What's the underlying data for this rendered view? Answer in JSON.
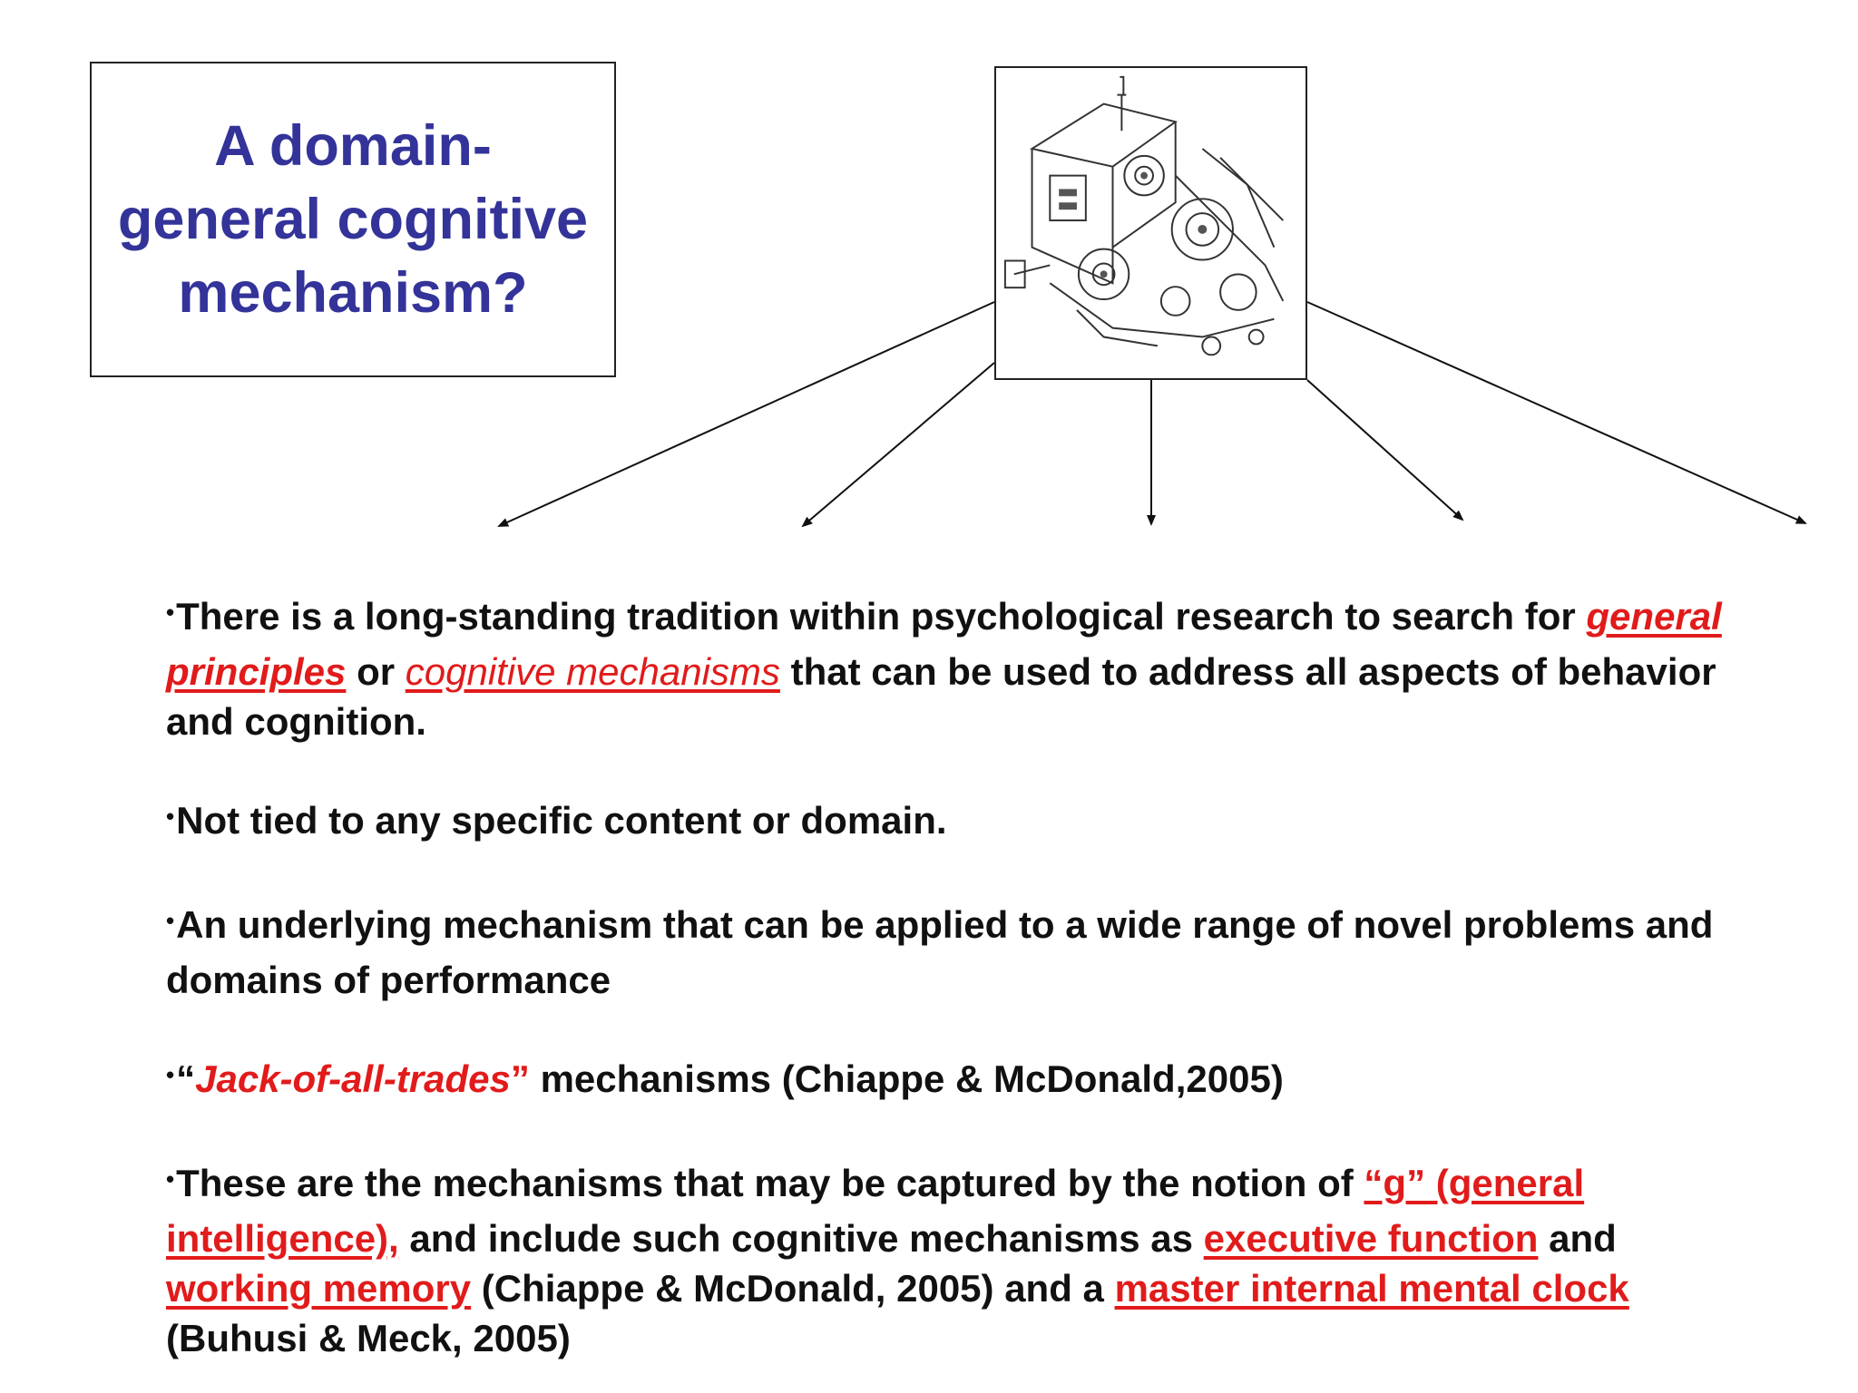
{
  "title": "A domain-general cognitive mechanism?",
  "image": {
    "icon": "mechanical-gear-machine-illustration"
  },
  "colors": {
    "title": "#333399",
    "highlight": "#e11b1b",
    "text": "#111111"
  },
  "bullets": {
    "b1": {
      "p1": "There is a long-standing tradition within psychological research to search for ",
      "hl1": "general principles",
      "p2": " or ",
      "hl2": "cognitive mechanisms",
      "p3": " that can be used to address all aspects of behavior and cognition."
    },
    "b2": {
      "text": "Not tied to any specific content or domain."
    },
    "b3": {
      "text": "An underlying mechanism that can be applied to a wide range of novel problems and domains of performance"
    },
    "b4": {
      "q": "“",
      "hl": "Jack-of-all-trades",
      "q2": "”",
      "rest": " mechanisms (Chiappe & McDonald,2005)"
    },
    "b5": {
      "p1": "These are the mechanisms that may be captured by the notion of ",
      "hl1": "“g” (general intelligence),",
      "p2": " and include such cognitive mechanisms as ",
      "hl2": "executive function",
      "p3": " and ",
      "hl3": "working memory",
      "p4": " (Chiappe & McDonald, 2005) and a ",
      "hl4": "master internal mental clock",
      "p5": " (Buhusi & Meck, 2005)"
    }
  }
}
